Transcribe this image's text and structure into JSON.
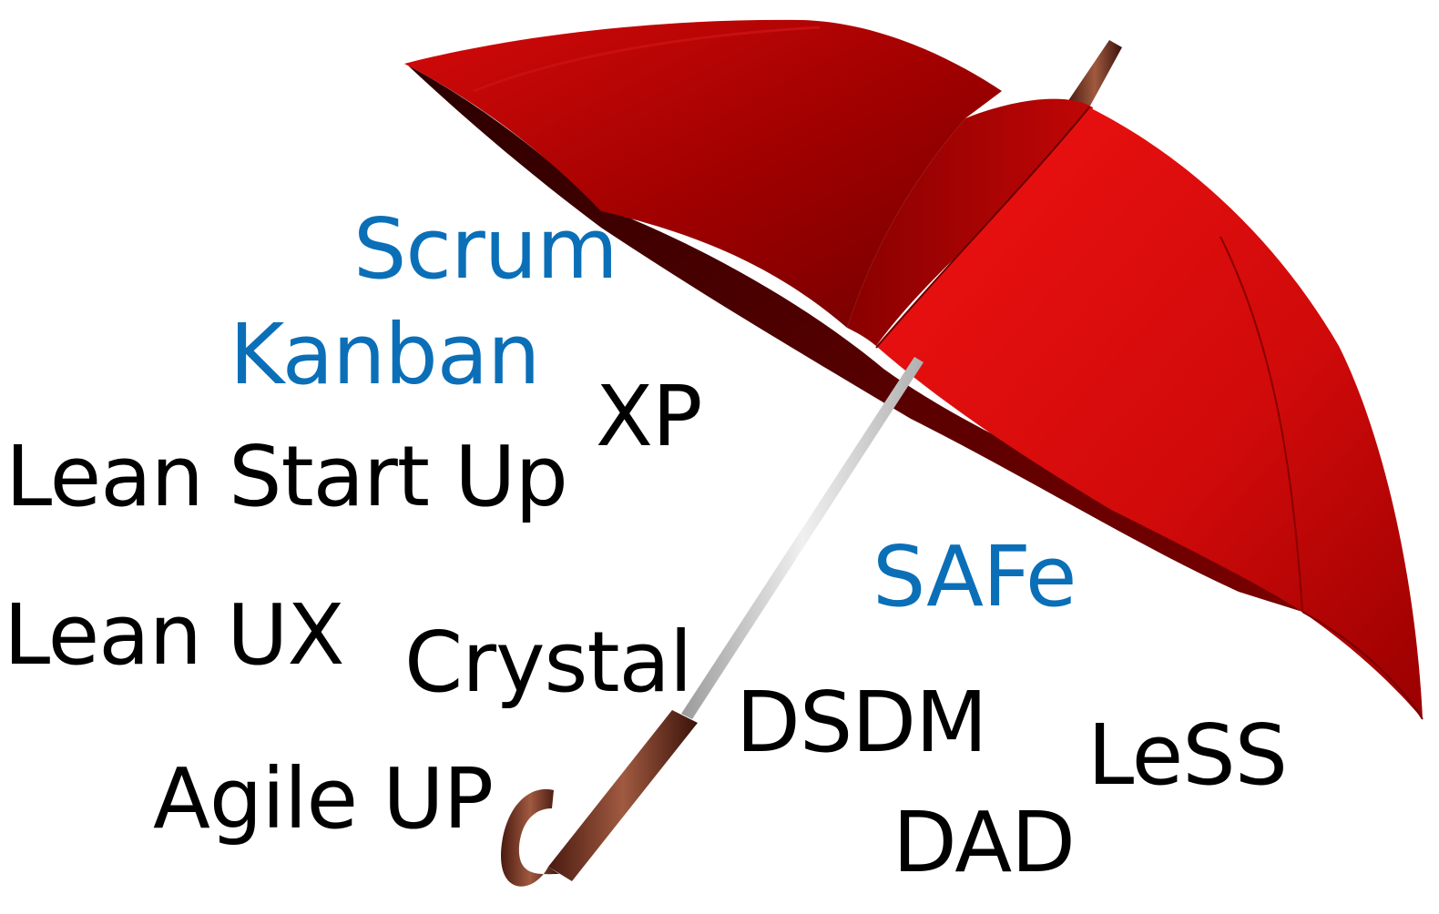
{
  "colors": {
    "accent_text": "#0b6fb8",
    "plain_text": "#000000",
    "canopy_light": "#e60d0d",
    "canopy_dark": "#7a0000",
    "canopy_shadow": "#3a0000",
    "handle": "#6b2e1e",
    "shaft": "#c9c9c9"
  },
  "illustration": {
    "icon": "umbrella-icon"
  },
  "terms": {
    "scrum": "Scrum",
    "kanban": "Kanban",
    "xp": "XP",
    "lean_start_up": "Lean Start Up",
    "safe": "SAFe",
    "lean_ux": "Lean UX",
    "crystal": "Crystal",
    "dsdm": "DSDM",
    "less": "LeSS",
    "agile_up": "Agile UP",
    "dad": "DAD"
  }
}
